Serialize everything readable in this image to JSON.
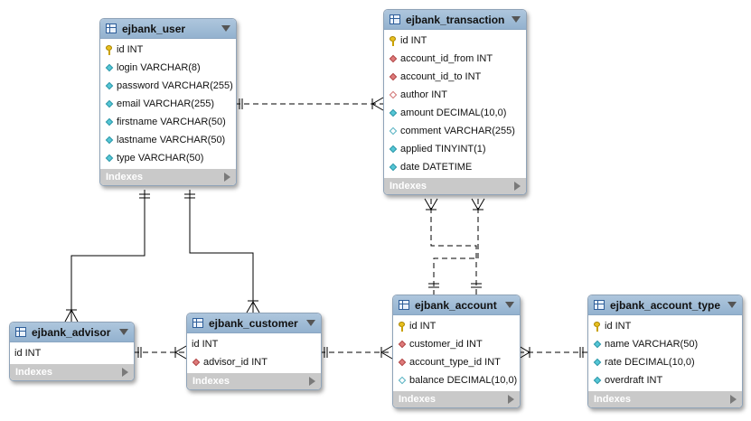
{
  "tables": {
    "user": {
      "name": "ejbank_user",
      "columns": [
        "id INT",
        "login VARCHAR(8)",
        "password VARCHAR(255)",
        "email VARCHAR(255)",
        "firstname VARCHAR(50)",
        "lastname VARCHAR(50)",
        "type VARCHAR(50)"
      ],
      "indexes_label": "Indexes"
    },
    "transaction": {
      "name": "ejbank_transaction",
      "columns": [
        "id INT",
        "account_id_from INT",
        "account_id_to INT",
        "author INT",
        "amount DECIMAL(10,0)",
        "comment VARCHAR(255)",
        "applied TINYINT(1)",
        "date DATETIME"
      ],
      "indexes_label": "Indexes"
    },
    "advisor": {
      "name": "ejbank_advisor",
      "columns": [
        "id INT"
      ],
      "indexes_label": "Indexes"
    },
    "customer": {
      "name": "ejbank_customer",
      "columns": [
        "id INT",
        "advisor_id INT"
      ],
      "indexes_label": "Indexes"
    },
    "account": {
      "name": "ejbank_account",
      "columns": [
        "id INT",
        "customer_id INT",
        "account_type_id INT",
        "balance DECIMAL(10,0)"
      ],
      "indexes_label": "Indexes"
    },
    "account_type": {
      "name": "ejbank_account_type",
      "columns": [
        "id INT",
        "name VARCHAR(50)",
        "rate DECIMAL(10,0)",
        "overdraft INT"
      ],
      "indexes_label": "Indexes"
    }
  },
  "icons": {
    "primary_key": "key-icon",
    "column": "cyan-diamond-icon",
    "foreign_key": "red-diamond-icon",
    "nullable_foreign_key": "hollow-red-diamond-icon",
    "nullable_column": "hollow-cyan-diamond-icon",
    "table": "table-icon",
    "expand": "chevron-down-icon",
    "indexes": "triangle-right-icon"
  },
  "colors": {
    "header": "#9fbcd7",
    "column_icon": "#55c6d6",
    "fk_icon": "#de7a7a",
    "pk_icon": "#e8c020",
    "indexes_bar": "#c9c9c9",
    "relationship_line": "#000000"
  },
  "relationships": [
    {
      "from": "ejbank_user",
      "to": "ejbank_transaction",
      "style": "dashed"
    },
    {
      "from": "ejbank_user",
      "to": "ejbank_advisor",
      "style": "solid"
    },
    {
      "from": "ejbank_user",
      "to": "ejbank_customer",
      "style": "solid"
    },
    {
      "from": "ejbank_advisor",
      "to": "ejbank_customer",
      "style": "dashed"
    },
    {
      "from": "ejbank_customer",
      "to": "ejbank_account",
      "style": "dashed"
    },
    {
      "from": "ejbank_account_type",
      "to": "ejbank_account",
      "style": "dashed"
    },
    {
      "from": "ejbank_account",
      "to": "ejbank_transaction",
      "style": "dashed"
    },
    {
      "from": "ejbank_account",
      "to": "ejbank_transaction",
      "style": "dashed"
    }
  ]
}
